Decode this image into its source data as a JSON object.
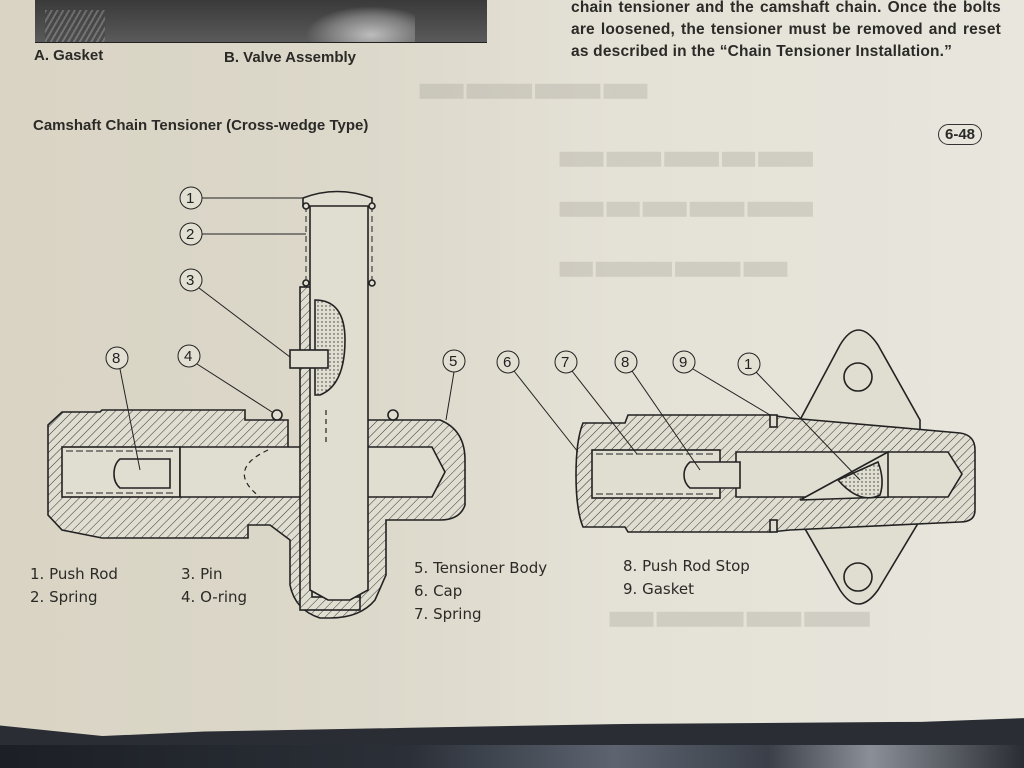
{
  "page": {
    "photo_captions": [
      "A. Gasket",
      "B. Valve Assembly"
    ],
    "body_text": "chain tensioner and the camshaft chain.  Once the bolts are loosened, the tensioner must be removed and reset as described in the “Chain Tensioner Installation.”",
    "figure_title": "Camshaft Chain Tensioner (Cross-wedge Type)",
    "figure_number": "6-48"
  },
  "diagram_left": {
    "callouts": [
      "1",
      "2",
      "3",
      "8",
      "4",
      "5"
    ]
  },
  "diagram_right": {
    "callouts": [
      "6",
      "7",
      "8",
      "9",
      "1"
    ]
  },
  "legend": {
    "col1": [
      "1. Push Rod",
      "2. Spring"
    ],
    "col2": [
      "3. Pin",
      "4. O-ring"
    ],
    "col3": [
      "5. Tensioner Body",
      "6. Cap",
      "7. Spring"
    ],
    "col4": [
      "8. Push Rod Stop",
      "9. Gasket"
    ]
  },
  "colors": {
    "paper": "#e2dfd3",
    "ink": "#2b2a27",
    "line": "#222222"
  }
}
